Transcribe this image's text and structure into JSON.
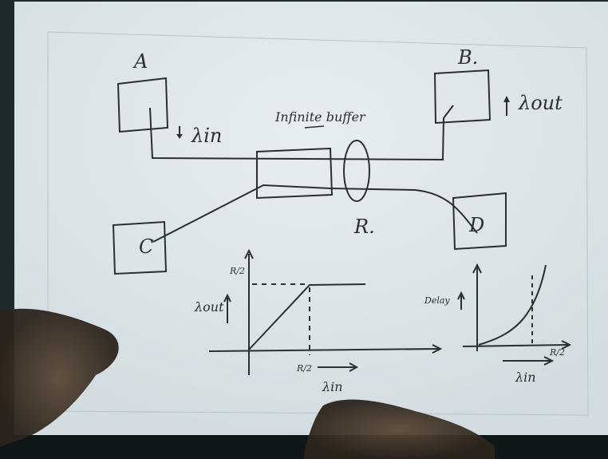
{
  "scene": {
    "description_type": "whiteboard-lecture-sketch",
    "labels": {
      "node_a": "A",
      "node_b": "B.",
      "node_c": "C",
      "node_d": "D",
      "router": "R.",
      "buffer": "Infinite buffer",
      "lambda_in_top": "λin",
      "lambda_out_top": "λout",
      "plot1_ylabel": "λout",
      "plot1_ytick": "R/2",
      "plot1_xtick": "R/2",
      "plot1_xlabel": "λin",
      "plot2_ylabel": "Delay",
      "plot2_xtick": "R/2",
      "plot2_xlabel": "λin"
    },
    "colors": {
      "paper": "#dfe7ea",
      "ink": "#2b2e33",
      "edge": "#0f1719"
    }
  }
}
